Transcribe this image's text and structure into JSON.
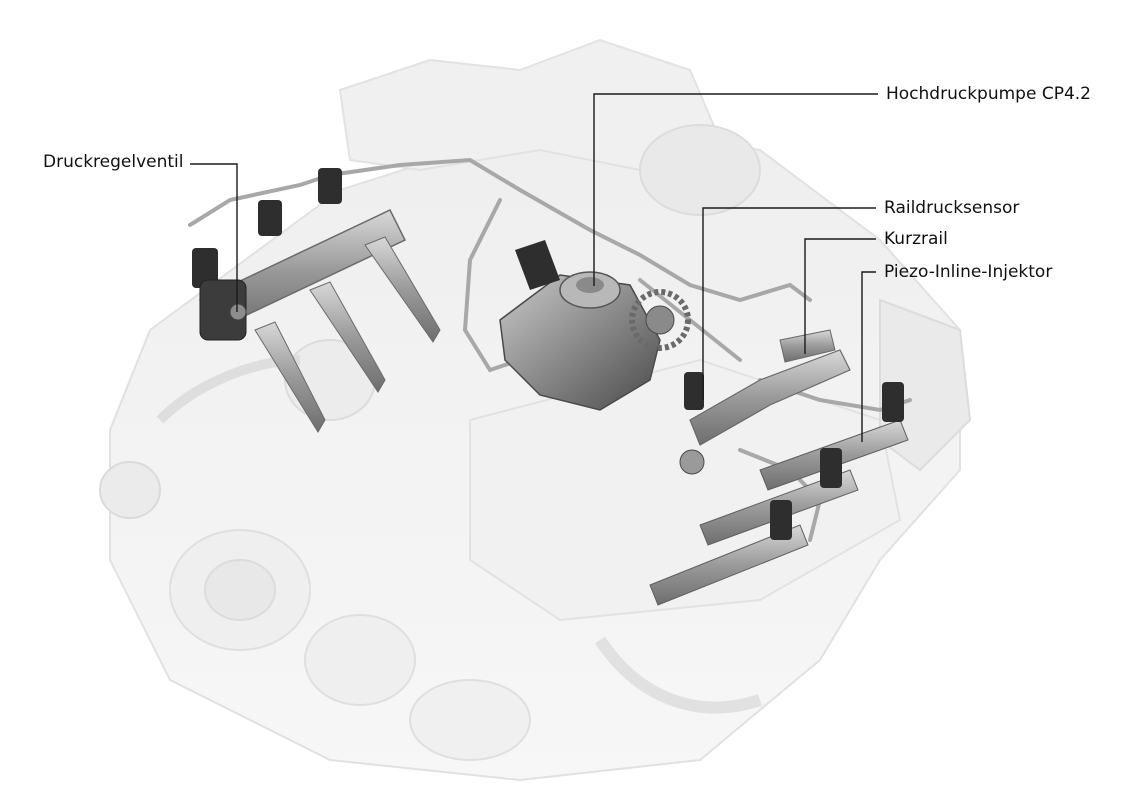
{
  "callouts": {
    "druckregelventil": "Druckregelventil",
    "hochdruckpumpe": "Hochdruckpumpe CP4.2",
    "raildrucksensor": "Raildrucksensor",
    "kurzrail": "Kurzrail",
    "piezo_injektor": "Piezo-Inline-Injektor"
  },
  "colors": {
    "background": "#ffffff",
    "leader_line": "#1a1a1a",
    "engine_ghost": "#e4e4e4",
    "component_metal": "#9a9a9a",
    "component_dark": "#3a3a3a"
  }
}
